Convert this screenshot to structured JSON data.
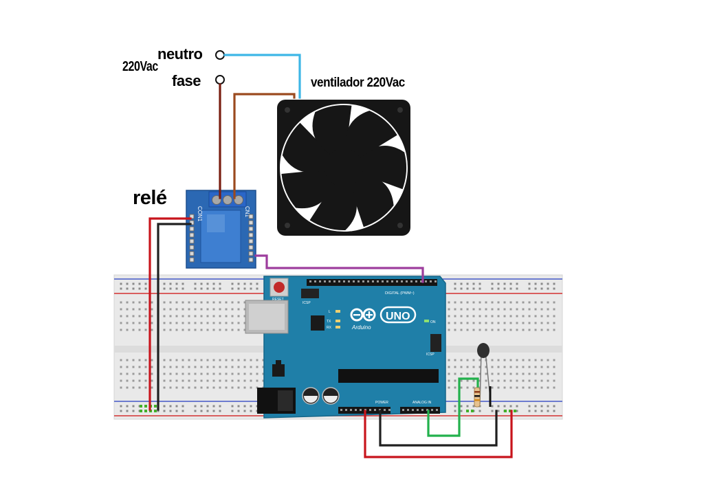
{
  "labels": {
    "power": "220Vac",
    "neutral": "neutro",
    "phase": "fase",
    "fan": "ventilador 220Vac",
    "relay": "relé"
  },
  "arduino": {
    "reset": "RESET",
    "icsp": "ICSP",
    "digital": "DIGITAL (PWM~)",
    "logo": "UNO",
    "brand": "Arduino",
    "led_l": "L",
    "led_tx": "TX",
    "led_rx": "RX",
    "power_hdr": "POWER",
    "analog_hdr": "ANALOG IN",
    "on": "ON",
    "icsp2": "ICSP"
  },
  "relay": {
    "con": "CON1",
    "con2": "CN1"
  },
  "colors": {
    "neutral_wire": "#3db6e6",
    "phase_wire": "#7a1e12",
    "load_wire": "#9b4a1f",
    "vcc_wire": "#c8141c",
    "gnd_wire": "#202020",
    "signal_wire": "#9d3d9d",
    "sensor_wire": "#22b14c",
    "board": "#1f7fa8",
    "relay_board": "#2b68b3"
  }
}
